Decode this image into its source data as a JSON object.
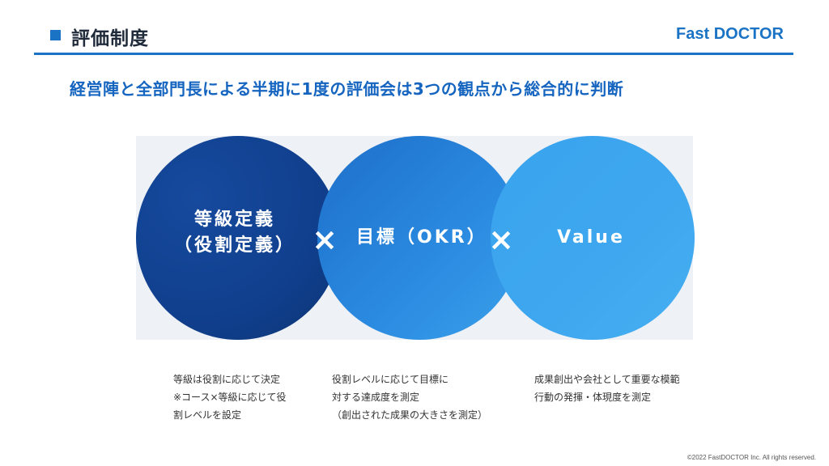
{
  "header": {
    "title": "評価制度",
    "logo": "Fast DOCTOR"
  },
  "subtitle": "経営陣と全部門長による半期に1度の評価会は3つの観点から総合的に判断",
  "circles": [
    {
      "lines": [
        "等級定義",
        "（役割定義）"
      ]
    },
    {
      "lines": [
        "目標（OKR）"
      ]
    },
    {
      "lines": [
        "Value"
      ]
    }
  ],
  "operator": "×",
  "descriptions": [
    {
      "lines": [
        "等級は役割に応じて決定",
        "※コース×等級に応じて役",
        "割レベルを設定"
      ]
    },
    {
      "lines": [
        "役割レベルに応じて目標に",
        "対する達成度を測定",
        "（創出された成果の大きさを測定）"
      ]
    },
    {
      "lines": [
        "成果創出や会社として重要な模範",
        "行動の発揮・体現度を測定"
      ]
    }
  ],
  "footer": "©2022 FastDOCTOR Inc. All rights reserved.",
  "colors": {
    "brand": "#1a73c4",
    "circle_dark": "#103f8d",
    "circle_mid": "#2b8be1",
    "circle_light": "#3ea7ef"
  }
}
